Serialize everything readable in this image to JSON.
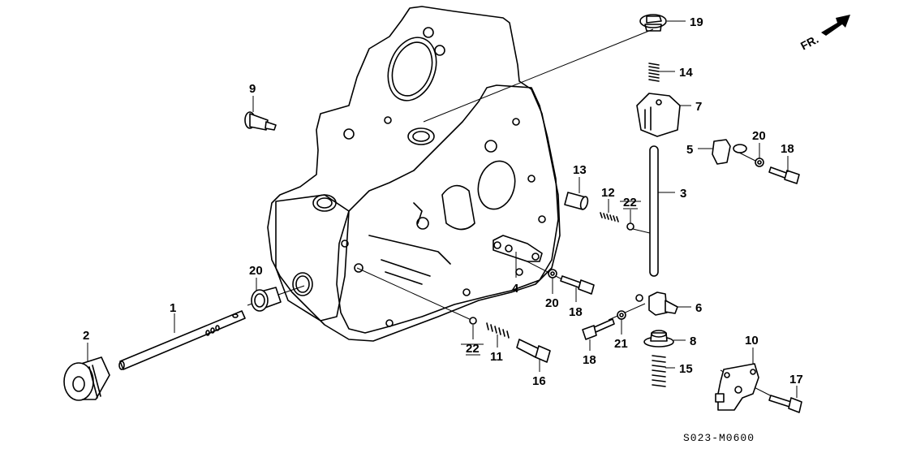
{
  "diagram": {
    "type": "exploded-parts-diagram",
    "subject": "transmission clutch housing and shift components",
    "direction_indicator": "FR.",
    "diagram_code": "S023-M0600",
    "callouts": [
      {
        "id": "c1",
        "label": "1",
        "part": "shift-shaft"
      },
      {
        "id": "c2",
        "label": "2",
        "part": "plug-bolt"
      },
      {
        "id": "c3",
        "label": "3",
        "part": "select-shaft"
      },
      {
        "id": "c4",
        "label": "4",
        "part": "shift-arm"
      },
      {
        "id": "c5",
        "label": "5",
        "part": "shift-lever-holder"
      },
      {
        "id": "c6",
        "label": "6",
        "part": "select-lever"
      },
      {
        "id": "c7",
        "label": "7",
        "part": "interlock-bracket"
      },
      {
        "id": "c8",
        "label": "8",
        "part": "spring-seat"
      },
      {
        "id": "c9",
        "label": "9",
        "part": "breather-bolt"
      },
      {
        "id": "c10",
        "label": "10",
        "part": "lever-bracket"
      },
      {
        "id": "c11",
        "label": "11",
        "part": "detent-spring"
      },
      {
        "id": "c12",
        "label": "12",
        "part": "spring"
      },
      {
        "id": "c13",
        "label": "13",
        "part": "collar"
      },
      {
        "id": "c14",
        "label": "14",
        "part": "spring"
      },
      {
        "id": "c15",
        "label": "15",
        "part": "return-spring"
      },
      {
        "id": "c16",
        "label": "16",
        "part": "sealing-bolt"
      },
      {
        "id": "c17",
        "label": "17",
        "part": "flange-bolt"
      },
      {
        "id": "c18a",
        "label": "18",
        "part": "bolt"
      },
      {
        "id": "c18b",
        "label": "18",
        "part": "bolt"
      },
      {
        "id": "c18c",
        "label": "18",
        "part": "bolt"
      },
      {
        "id": "c19",
        "label": "19",
        "part": "sealing-bolt-plug"
      },
      {
        "id": "c20a",
        "label": "20",
        "part": "washer"
      },
      {
        "id": "c20b",
        "label": "20",
        "part": "washer"
      },
      {
        "id": "c20c",
        "label": "20",
        "part": "washer"
      },
      {
        "id": "c21",
        "label": "21",
        "part": "oil-seal"
      },
      {
        "id": "c22a",
        "label": "22",
        "part": "steel-ball",
        "underlined": true
      },
      {
        "id": "c22b",
        "label": "22",
        "part": "steel-ball",
        "underlined": true
      }
    ]
  }
}
